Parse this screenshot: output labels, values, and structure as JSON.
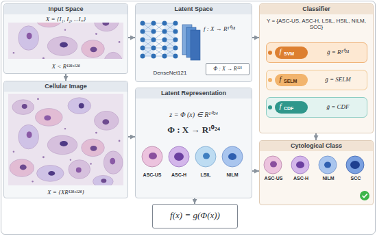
{
  "diagram": {
    "nodes": [
      {
        "text": [
          "Input Space",
          "X = {I₁, I₂, ...Iₙ}",
          "X < R¹²⁸ˣ¹²⁸"
        ]
      },
      {
        "text": [
          "Latent Space",
          "f : X → R¹⁰²⁴",
          "DenseNet121"
        ]
      },
      {
        "text": [
          "Φ : X → R¹²¹"
        ],
        "in": 1
      },
      {
        "text": [
          "Classifier",
          "Y = {ASC-US, ASC-H, LSIL, HSIL, NILM, SCC}"
        ]
      },
      {
        "text": [
          "f",
          "SVM",
          "ḡ = R¹⁰²⁴"
        ],
        "in": 3
      },
      {
        "text": [
          "f",
          "SELM",
          "ḡ = SELM"
        ],
        "in": 3
      },
      {
        "text": [
          "f",
          "CDF",
          "ḡ = CDF"
        ],
        "in": 3
      },
      {
        "text": [
          "Cellular Image",
          "X = {XR¹²⁸ˣ¹²⁸}"
        ]
      },
      {
        "text": [
          "Latent Representation",
          "z = Φ (x) ∈ R¹⁰²⁴",
          "Φ : X → R¹⁰²⁴",
          "ASC-US",
          "ASC-H",
          "LSIL",
          "NILM"
        ]
      },
      {
        "text": [
          "Cytological Class",
          "ASC-US",
          "ASC-H",
          "NILM",
          "SCC"
        ]
      },
      {
        "text": [
          "f(x) = g(Φ(x))"
        ]
      }
    ],
    "edges": [
      {
        "from": 0,
        "to": 1,
        "arrow": "to"
      },
      {
        "from": 1,
        "to": 3,
        "arrow": "to"
      },
      {
        "from": 0,
        "to": 7,
        "arrow": "to"
      },
      {
        "from": 7,
        "to": 8,
        "arrow": "to"
      },
      {
        "from": 3,
        "to": 9,
        "arrow": "to"
      },
      {
        "from": 8,
        "to": 9,
        "arrow": "to"
      },
      {
        "from": 8,
        "to": 10,
        "arrow": "to"
      }
    ]
  }
}
